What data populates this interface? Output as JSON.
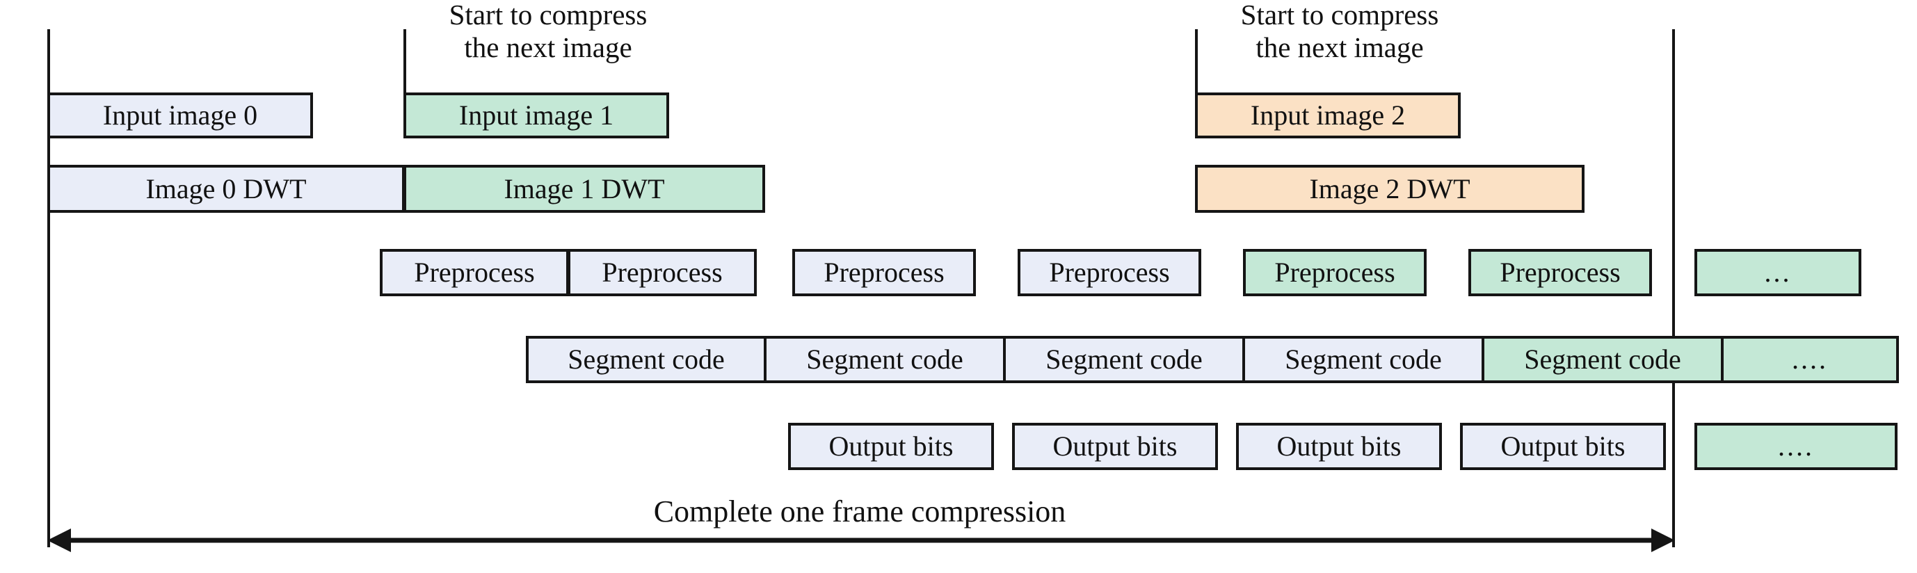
{
  "diagram": {
    "title": "Pipelined image compression timing diagram",
    "colors": {
      "blue": "#e9edf8",
      "green": "#c4e8d6",
      "peach": "#fbe1c5",
      "stroke": "#151515",
      "background": "#ffffff"
    },
    "annotations": [
      {
        "id": "marker-1",
        "line1": "Start to compress",
        "line2": "the next image"
      },
      {
        "id": "marker-2",
        "line1": "Start to compress",
        "line2": "the next image"
      }
    ],
    "rows": [
      {
        "id": "input-image-row",
        "name": "Input image",
        "blocks": [
          {
            "label": "Input image 0",
            "color": "blue"
          },
          {
            "label": "Input image 1",
            "color": "green"
          },
          {
            "label": "Input image 2",
            "color": "peach"
          }
        ]
      },
      {
        "id": "dwt-row",
        "name": "DWT",
        "blocks": [
          {
            "label": "Image 0 DWT",
            "color": "blue"
          },
          {
            "label": "Image 1 DWT",
            "color": "green"
          },
          {
            "label": "Image 2 DWT",
            "color": "peach"
          }
        ]
      },
      {
        "id": "preprocess-row",
        "name": "Preprocess",
        "blocks": [
          {
            "label": "Preprocess",
            "color": "blue"
          },
          {
            "label": "Preprocess",
            "color": "blue"
          },
          {
            "label": "Preprocess",
            "color": "blue"
          },
          {
            "label": "Preprocess",
            "color": "blue"
          },
          {
            "label": "Preprocess",
            "color": "green"
          },
          {
            "label": "Preprocess",
            "color": "green"
          },
          {
            "label": "...",
            "color": "green"
          }
        ]
      },
      {
        "id": "segment-code-row",
        "name": "Segment code",
        "blocks": [
          {
            "label": "Segment code",
            "color": "blue"
          },
          {
            "label": "Segment code",
            "color": "blue"
          },
          {
            "label": "Segment code",
            "color": "blue"
          },
          {
            "label": "Segment code",
            "color": "blue"
          },
          {
            "label": "Segment code",
            "color": "green"
          },
          {
            "label": "....",
            "color": "green"
          }
        ]
      },
      {
        "id": "output-bits-row",
        "name": "Output bits",
        "blocks": [
          {
            "label": "Output bits",
            "color": "blue"
          },
          {
            "label": "Output bits",
            "color": "blue"
          },
          {
            "label": "Output bits",
            "color": "blue"
          },
          {
            "label": "Output bits",
            "color": "blue"
          },
          {
            "label": "....",
            "color": "green"
          }
        ]
      }
    ],
    "footer": {
      "label": "Complete one frame compression"
    }
  }
}
